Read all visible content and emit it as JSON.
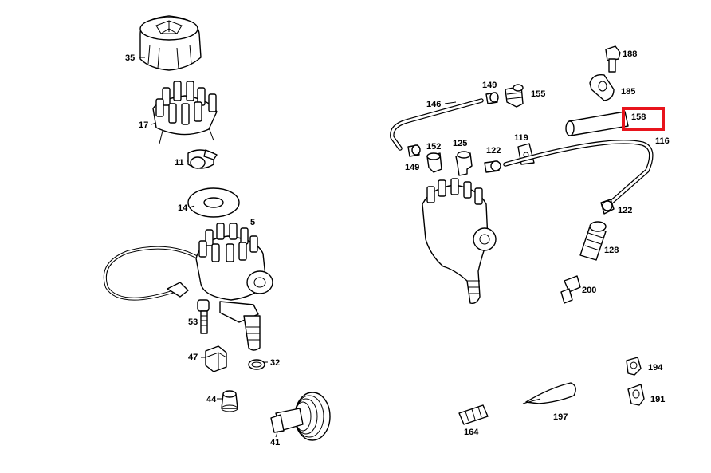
{
  "labels": {
    "p35": "35",
    "p17": "17",
    "p11": "11",
    "p14": "14",
    "p5": "5",
    "p53": "53",
    "p47": "47",
    "p32": "32",
    "p44": "44",
    "p41": "41",
    "p146": "146",
    "p149a": "149",
    "p155": "155",
    "p149b": "149",
    "p152": "152",
    "p125": "125",
    "p122a": "122",
    "p119": "119",
    "p188": "188",
    "p185": "185",
    "p158": "158",
    "p116": "116",
    "p122b": "122",
    "p128": "128",
    "p200": "200",
    "p194": "194",
    "p191": "191",
    "p197": "197",
    "p164": "164"
  },
  "highlight": {
    "label": "158",
    "color": "#e8141c"
  }
}
